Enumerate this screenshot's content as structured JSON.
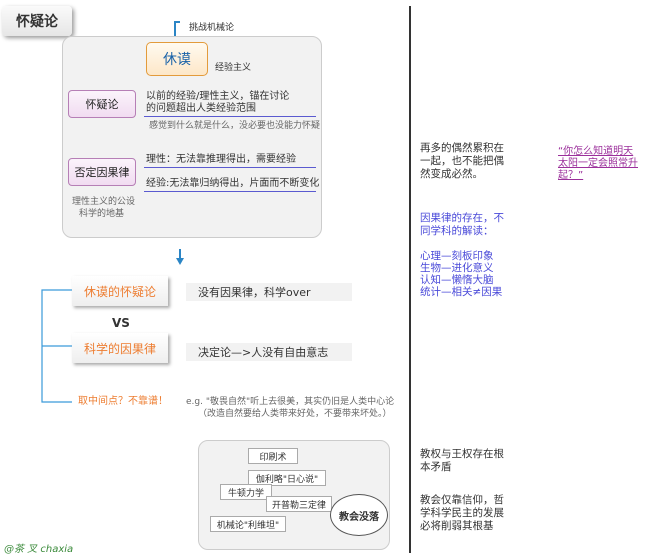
{
  "title": "怀疑论",
  "top_label": "挑战机械论",
  "hume": {
    "label": "休谟",
    "subtitle": "经验主义"
  },
  "skepticism": {
    "label": "怀疑论",
    "line1": "以前的经验/理性主义，锚在讨论",
    "line2": "的问题超出人类经验范围",
    "note": "感觉到什么就是什么，没必要也没能力怀疑"
  },
  "causality_denial": {
    "label": "否定因果律",
    "reason1": "理性：无法靠推理得出，需要经验",
    "reason2": "经验:无法靠归纳得出，片面而不断变化",
    "foundation1": "理性主义的公设",
    "foundation2": "科学的地基"
  },
  "compare": {
    "hume_skepticism": "休谟的怀疑论",
    "hume_result": "没有因果律，科学over",
    "vs": "VS",
    "science_causality": "科学的因果律",
    "science_result": "决定论—>人没有自由意志",
    "middle": "取中间点？不靠谱！",
    "eg_line1": "e.g. \"敬畏自然\"听上去很美，其实仍旧是人类中心论",
    "eg_line2": "（改造自然要给人类带来好处，不要带来坏处。）"
  },
  "church_decline": {
    "center": "教会没落",
    "items": [
      "印刷术",
      "伽利略\"日心说\"",
      "牛顿力学",
      "开普勒三定律",
      "机械论\"利维坦\""
    ]
  },
  "right_notes": {
    "coincidence": [
      "再多的偶然累积在",
      "一起，也不能把偶",
      "然变成必然。"
    ],
    "quote": [
      "“你怎么知道明天",
      "太阳一定会照常升",
      "起？”"
    ],
    "causality_header": [
      "因果律的存在，不",
      "同学科的解读："
    ],
    "causality_list": [
      "心理—刻板印象",
      "生物—进化意义",
      "认知—懒惰大脑",
      "统计—相关≠因果"
    ],
    "church_conflict": [
      "教权与王权存在根",
      "本矛盾"
    ],
    "church_faith": [
      "教会仅靠信仰，哲",
      "学科学民主的发展",
      "必将削弱其根基"
    ]
  },
  "signature": "@茶 叉 chaxia",
  "colors": {
    "orange": "#ed7d31",
    "blue": "#4a4ad9",
    "purple": "#9b2f9b",
    "arrow_blue": "#2b85c5"
  }
}
